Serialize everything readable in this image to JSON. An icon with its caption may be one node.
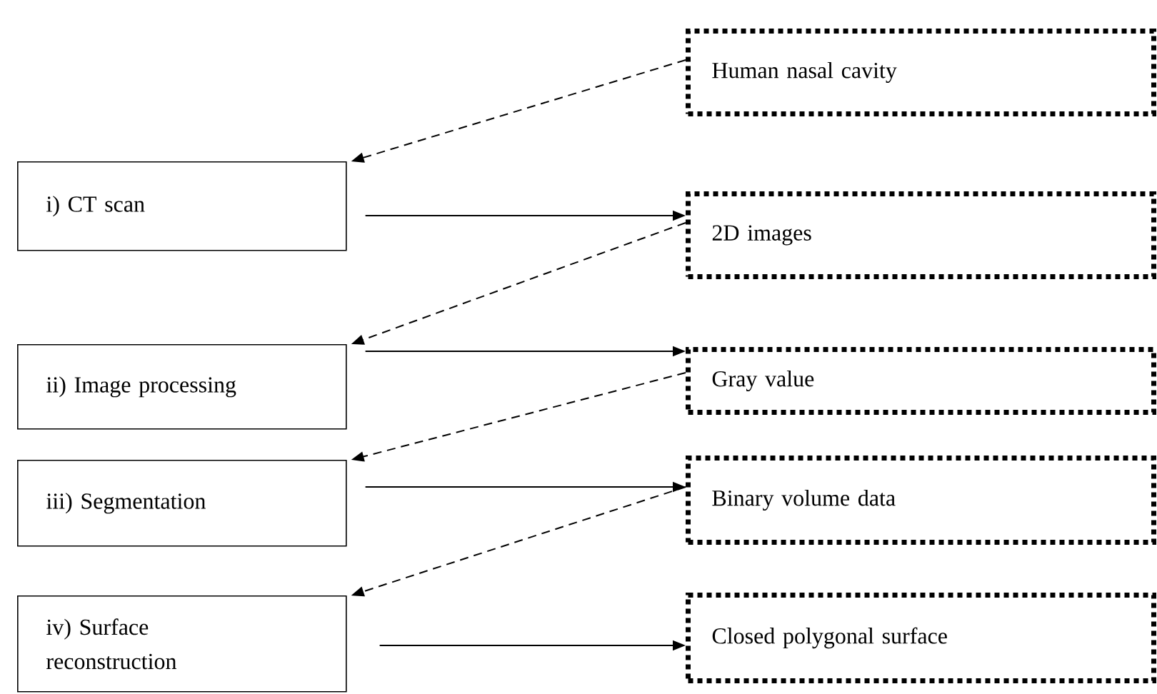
{
  "diagram": {
    "nodes": [
      {
        "text": [
          "Human nasal cavity"
        ]
      },
      {
        "text": [
          "i) CT scan"
        ]
      },
      {
        "text": [
          "2D images"
        ]
      },
      {
        "text": [
          "ii) Image processing"
        ]
      },
      {
        "text": [
          "Gray value"
        ]
      },
      {
        "text": [
          "iii) Segmentation"
        ]
      },
      {
        "text": [
          "Binary volume data"
        ]
      },
      {
        "text": [
          "iv) Surface reconstruction"
        ]
      },
      {
        "text": [
          "Closed polygonal surface"
        ]
      }
    ],
    "edges": [
      {
        "from": 0,
        "to": 1,
        "arrow": "to",
        "style": "dashed"
      },
      {
        "from": 1,
        "to": 2,
        "arrow": "to"
      },
      {
        "from": 2,
        "to": 3,
        "arrow": "to",
        "style": "dashed"
      },
      {
        "from": 3,
        "to": 4,
        "arrow": "to"
      },
      {
        "from": 4,
        "to": 5,
        "arrow": "to",
        "style": "dashed"
      },
      {
        "from": 5,
        "to": 6,
        "arrow": "to"
      },
      {
        "from": 6,
        "to": 7,
        "arrow": "to",
        "style": "dashed"
      },
      {
        "from": 7,
        "to": 8,
        "arrow": "to"
      }
    ]
  }
}
